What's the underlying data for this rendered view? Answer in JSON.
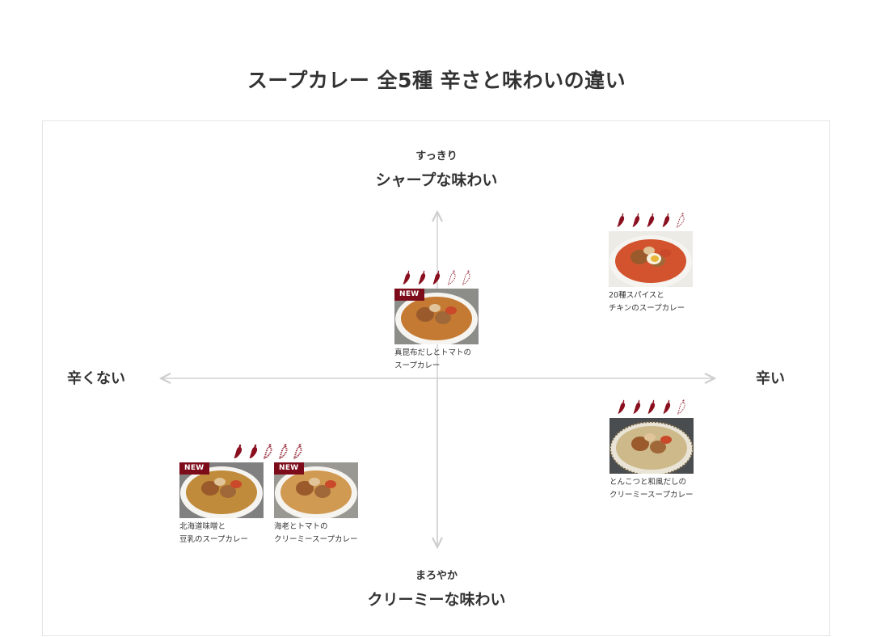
{
  "title": "スープカレー 全5種 辛さと味わいの違い",
  "axes": {
    "top_sub": "すっきり",
    "top_main": "シャープな味わい",
    "bottom_sub": "まろやか",
    "bottom_main": "クリーミーな味わい",
    "left": "辛くない",
    "right": "辛い"
  },
  "badge_label": "NEW",
  "colors": {
    "chili": "#8a1020",
    "badge": "#7d0c1b",
    "axis": "#d0d0d0"
  },
  "products": [
    {
      "id": "kombu-tomato",
      "caption": [
        "真昆布だしとトマトの",
        "スープカレー"
      ],
      "spice": 3,
      "spice_max": 5,
      "is_new": true,
      "soup_color": "#c47a33"
    },
    {
      "id": "spice-chicken",
      "caption": [
        "20種スパイスと",
        "チキンのスープカレー"
      ],
      "spice": 4,
      "spice_max": 5,
      "is_new": false,
      "soup_color": "#d2532e"
    },
    {
      "id": "tonkotsu-wafu",
      "caption": [
        "とんこつと和風だしの",
        "クリーミースープカレー"
      ],
      "spice": 4,
      "spice_max": 5,
      "is_new": false,
      "soup_color": "#cdb98a"
    },
    {
      "id": "hokkaido-miso",
      "caption": [
        "北海道味噌と",
        "豆乳のスープカレー"
      ],
      "spice": 2,
      "spice_max": 5,
      "is_new": true,
      "soup_color": "#c08b3a"
    },
    {
      "id": "ebi-tomato",
      "caption": [
        "海老とトマトの",
        "クリーミースープカレー"
      ],
      "spice": 2,
      "spice_max": 5,
      "is_new": true,
      "soup_color": "#d19a52"
    }
  ]
}
